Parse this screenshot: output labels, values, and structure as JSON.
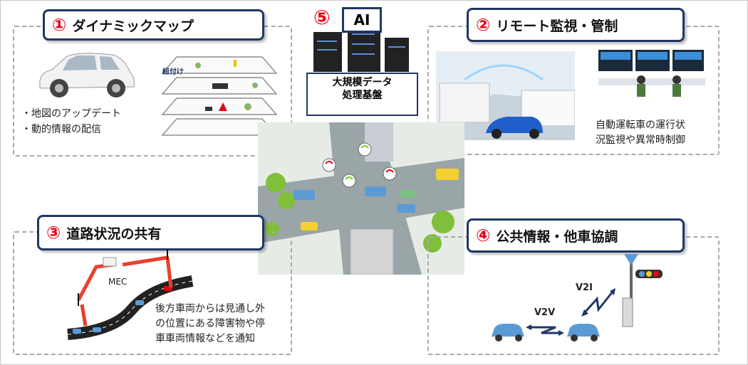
{
  "panels": {
    "p1": {
      "num": "①",
      "title": "ダイナミックマップ",
      "bullets": [
        "・地図のアップデート",
        "・動的情報の配信"
      ],
      "map_label": "紐付け"
    },
    "p2": {
      "num": "②",
      "title": "リモート監視・管制",
      "desc": [
        "自動運転車の運行状",
        "況監視や異常時制御"
      ]
    },
    "p3": {
      "num": "③",
      "title": "道路状況の共有",
      "mec": "MEC",
      "desc": [
        "後方車両からは見通し外",
        "の位置にある障害物や停",
        "車車両情報などを通知"
      ]
    },
    "p4": {
      "num": "④",
      "title": "公共情報・他車協調",
      "v2i": "V2I",
      "v2v": "V2V"
    },
    "p5": {
      "num": "⑤",
      "ai": "AI",
      "infra": [
        "大規模データ",
        "処理基盤"
      ]
    }
  },
  "colors": {
    "navy": "#1f3864",
    "red": "#e60012",
    "arrow": "#e8402a",
    "car": "#5b9bd5"
  }
}
